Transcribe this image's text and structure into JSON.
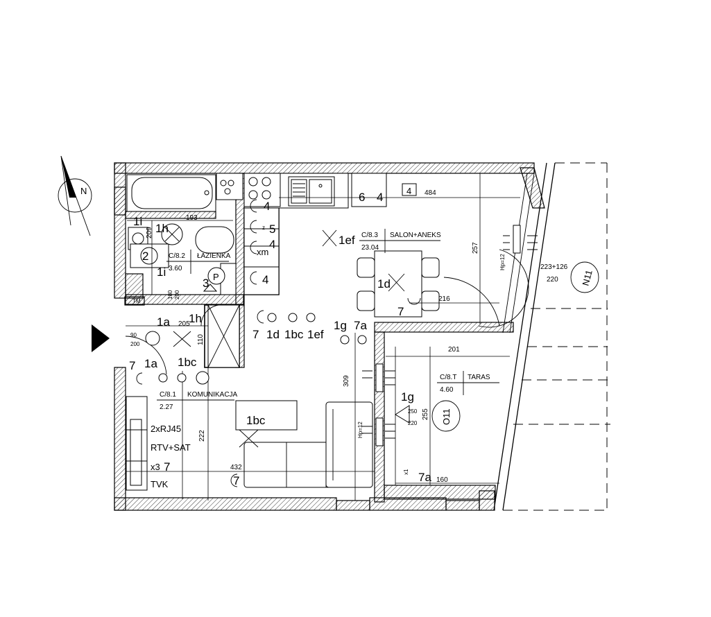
{
  "rooms": {
    "lazienka": {
      "code": "C/8.2",
      "name": "ŁAZIENKA",
      "area": "3.60"
    },
    "salon": {
      "code": "C/8.3",
      "name": "SALON+ANEKS",
      "area": "23.04"
    },
    "komunikacja": {
      "code": "C/8.1",
      "name": "KOMUNIKACJA",
      "area": "2.27"
    },
    "taras": {
      "code": "C/8.T",
      "name": "TARAS",
      "area": "4.60"
    }
  },
  "dimensions": {
    "d193": "193",
    "d209": "209",
    "d484": "484",
    "d257": "257",
    "d216": "216",
    "d201": "201",
    "d205": "205",
    "d110": "110",
    "d309": "309",
    "d255": "255",
    "d222": "222",
    "d432": "432",
    "d160": "160",
    "d223": "223+126",
    "d220": "220",
    "door90": "90",
    "door200": "200",
    "win250": "250",
    "win220": "220",
    "sill1": "180",
    "sill2": "200",
    "hp12a": "Hp=12",
    "hp12b": "Hp=12"
  },
  "markers": {
    "m1i_a": "1i",
    "m1h_a": "1h",
    "m2": "2",
    "m1i_b": "1i",
    "m3": "3",
    "mP": "P",
    "m4_a": "4",
    "m5": "5",
    "m4_b": "4",
    "m4_c": "4",
    "mxm": "xm",
    "mz": "z",
    "m6": "6",
    "m4_d": "4",
    "m4_e": "4",
    "m1ef_a": "1ef",
    "m1d_a": "1d",
    "m7_a": "7",
    "m1h_b": "1h",
    "m7_b": "7",
    "m1d_b": "1d",
    "m1bc_a": "1bc",
    "m1ef_b": "1ef",
    "m1g_a": "1g",
    "m7a_a": "7a",
    "m1a_a": "1a",
    "m7_c": "7",
    "m1a_b": "1a",
    "m1bc_b": "1bc",
    "m1bc_c": "1bc",
    "m1g_b": "1g",
    "m7a_b": "7a",
    "mx1": "x1",
    "m7_d": "7",
    "m7_e": "7",
    "mTM": "TM"
  },
  "media": {
    "rj45": "2xRJ45",
    "rtv": "RTV+SAT",
    "x3": "x3",
    "tvk": "TVK"
  },
  "callouts": {
    "n11": "N11",
    "o11": "O11"
  },
  "compass": {
    "label": "N"
  }
}
